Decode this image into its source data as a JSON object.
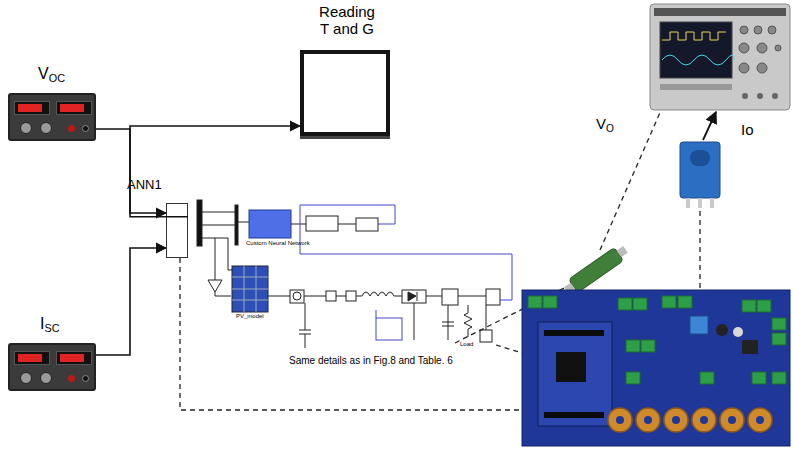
{
  "diagram": {
    "nodes": [
      {
        "text": [
          "VOC"
        ]
      },
      {
        "text": [
          "ISC"
        ]
      },
      {
        "text": [
          "ANN1"
        ]
      },
      {
        "text": [
          "Reading T and G"
        ]
      }
    ],
    "edges": [
      {
        "from": 0,
        "to": 2,
        "arrow": "to"
      },
      {
        "from": 1,
        "to": 2,
        "arrow": "to"
      },
      {
        "from": 2,
        "to": 3,
        "arrow": "to"
      }
    ],
    "labels": [
      "VO",
      "Io",
      "Same details as in Fig.8 and Table. 6",
      "Custom Neural Network",
      "PV_model",
      "Load"
    ]
  }
}
